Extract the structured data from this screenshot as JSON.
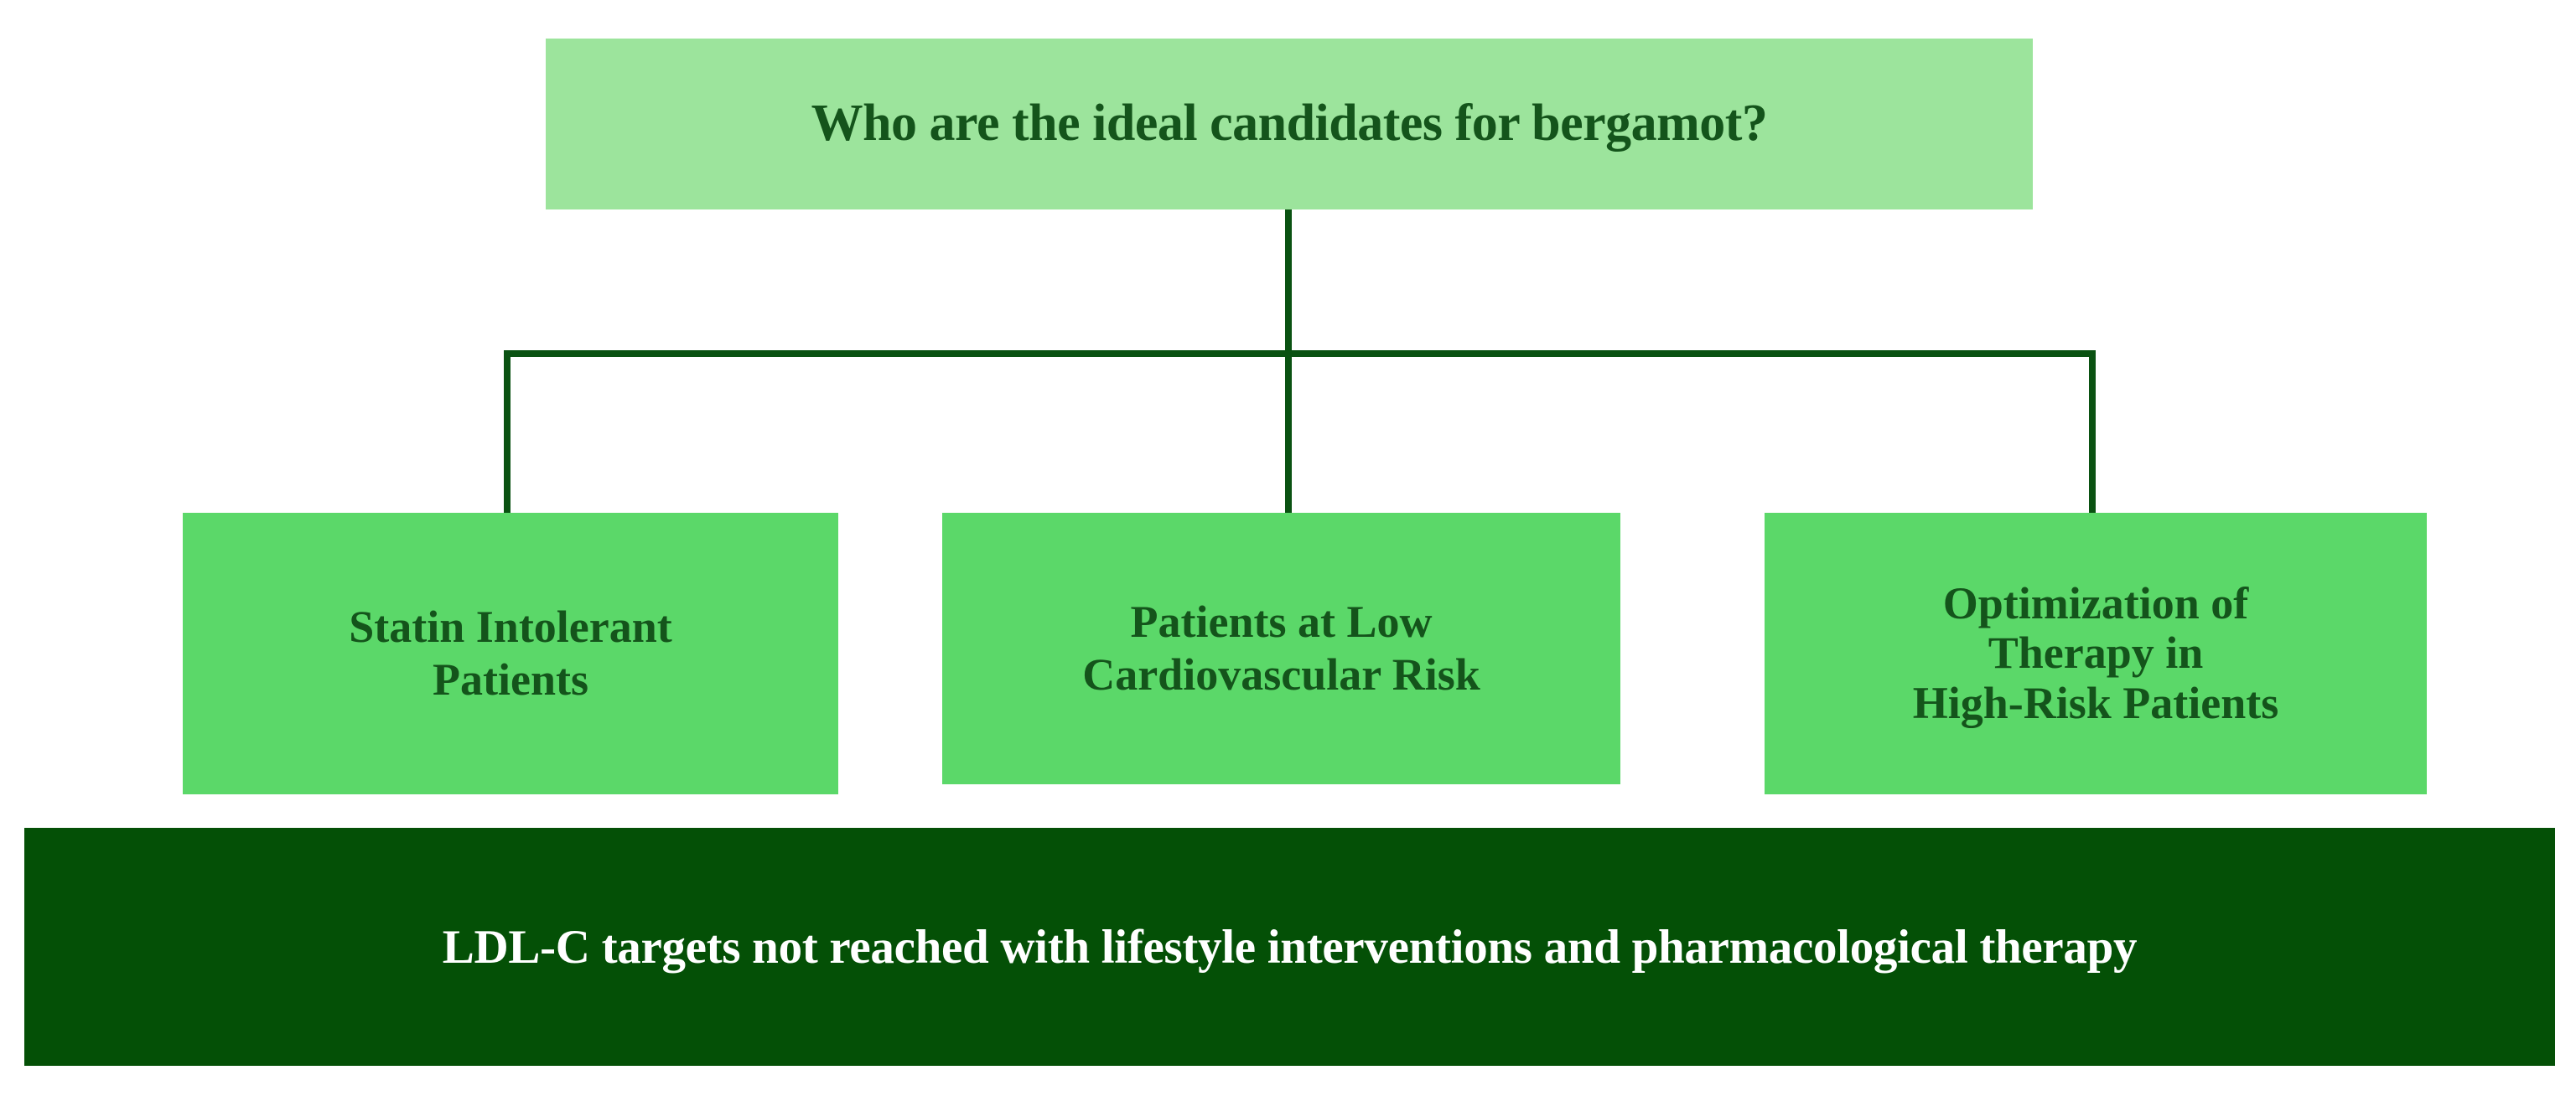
{
  "diagram": {
    "type": "flowchart",
    "orientation": "top-down",
    "root": {
      "label": "Who are the ideal candidates for bergamot?",
      "fill_color": "#9CE49C",
      "text_color": "#14541B"
    },
    "children": [
      {
        "label": "Statin Intolerant\nPatients",
        "fill_color": "#5BD869",
        "text_color": "#14541B"
      },
      {
        "label": "Patients at Low\nCardiovascular Risk",
        "fill_color": "#5BD869",
        "text_color": "#14541B"
      },
      {
        "label": "Optimization of\nTherapy in\nHigh-Risk Patients",
        "fill_color": "#5BD869",
        "text_color": "#14541B"
      }
    ],
    "footer": {
      "label": "LDL-C targets not reached with lifestyle interventions and pharmacological therapy",
      "fill_color": "#045006",
      "text_color": "#FFFFFF"
    },
    "connector": {
      "color": "#0A5212",
      "stroke_width": 8,
      "style": "orthogonal-elbow"
    }
  }
}
